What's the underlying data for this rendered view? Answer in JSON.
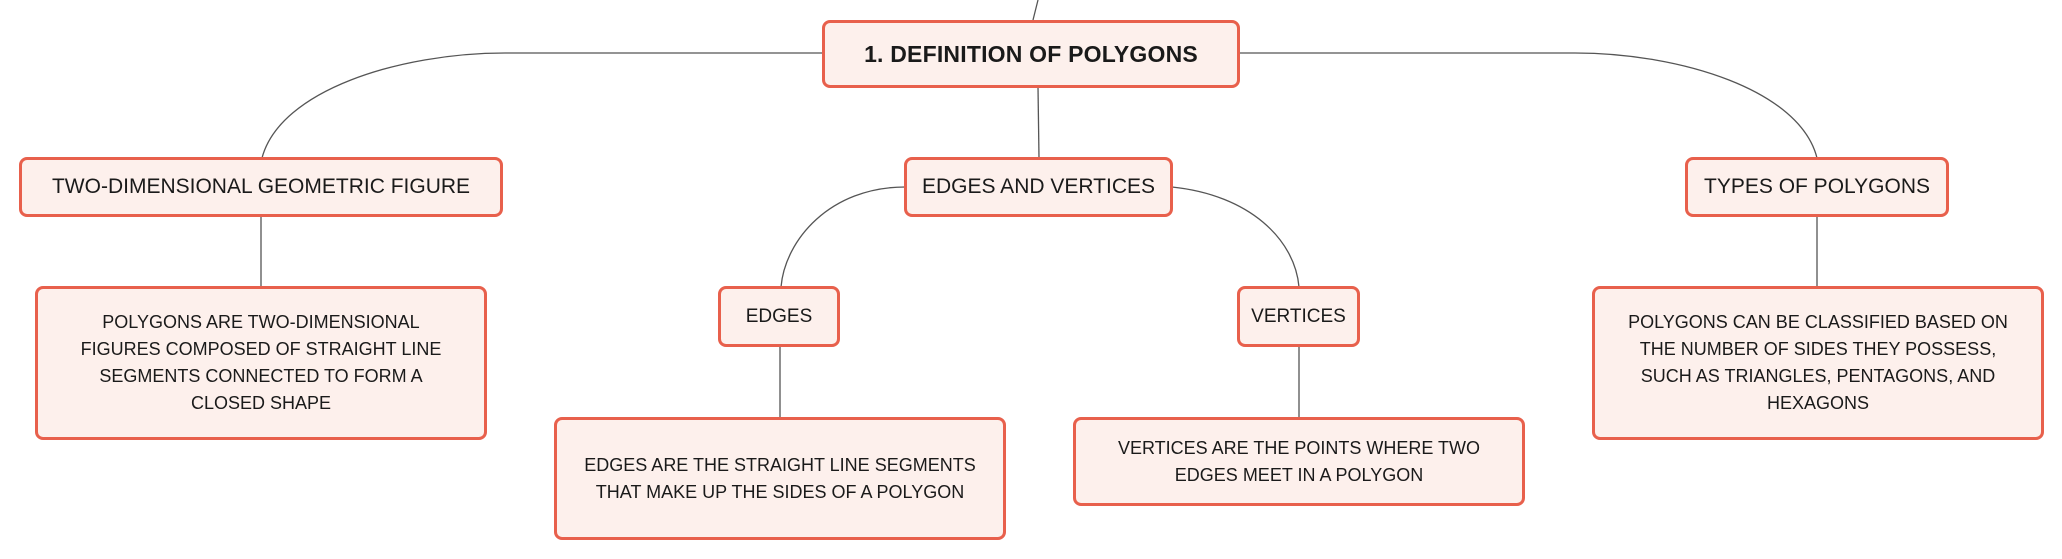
{
  "diagram": {
    "root": {
      "label": "1. DEFINITION OF POLYGONS"
    },
    "left": {
      "label": "TWO-DIMENSIONAL GEOMETRIC FIGURE",
      "description": "POLYGONS ARE TWO-DIMENSIONAL FIGURES COMPOSED OF STRAIGHT LINE SEGMENTS CONNECTED TO FORM A CLOSED SHAPE"
    },
    "center": {
      "label": "EDGES AND VERTICES",
      "edges": {
        "label": "EDGES",
        "description": "EDGES ARE THE STRAIGHT LINE SEGMENTS THAT MAKE UP THE SIDES OF A POLYGON"
      },
      "vertices": {
        "label": "VERTICES",
        "description": "VERTICES ARE THE POINTS WHERE TWO EDGES MEET IN A POLYGON"
      }
    },
    "right": {
      "label": "TYPES OF POLYGONS",
      "description": "POLYGONS CAN BE CLASSIFIED BASED ON THE NUMBER OF SIDES THEY POSSESS, SUCH AS TRIANGLES, PENTAGONS, AND HEXAGONS"
    }
  },
  "colors": {
    "node_border": "#e8604c",
    "node_fill": "#fdf0ec",
    "connector": "#555555"
  }
}
